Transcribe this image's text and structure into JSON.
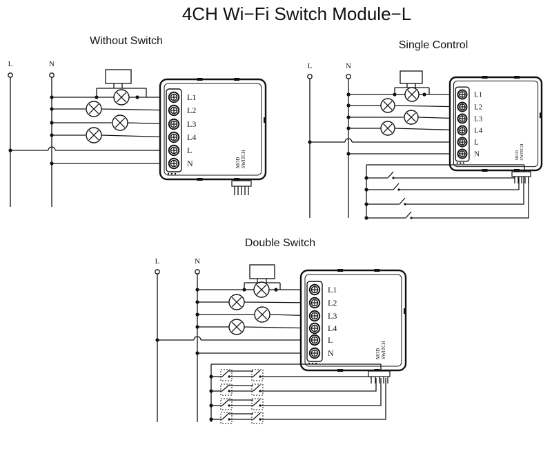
{
  "title": "4CH Wi−Fi Switch Module−L",
  "diagrams": [
    {
      "title": "Without Switch",
      "line_label": "L",
      "neutral_label": "N"
    },
    {
      "title": "Single Control",
      "line_label": "L",
      "neutral_label": "N"
    },
    {
      "title": "Double Switch",
      "line_label": "L",
      "neutral_label": "N"
    }
  ],
  "module": {
    "terminals": [
      "L1",
      "L2",
      "L3",
      "L4",
      "L",
      "N"
    ],
    "side_label": "MOD\nSWITCH"
  },
  "colors": {
    "line": "#111111",
    "background": "#ffffff"
  }
}
